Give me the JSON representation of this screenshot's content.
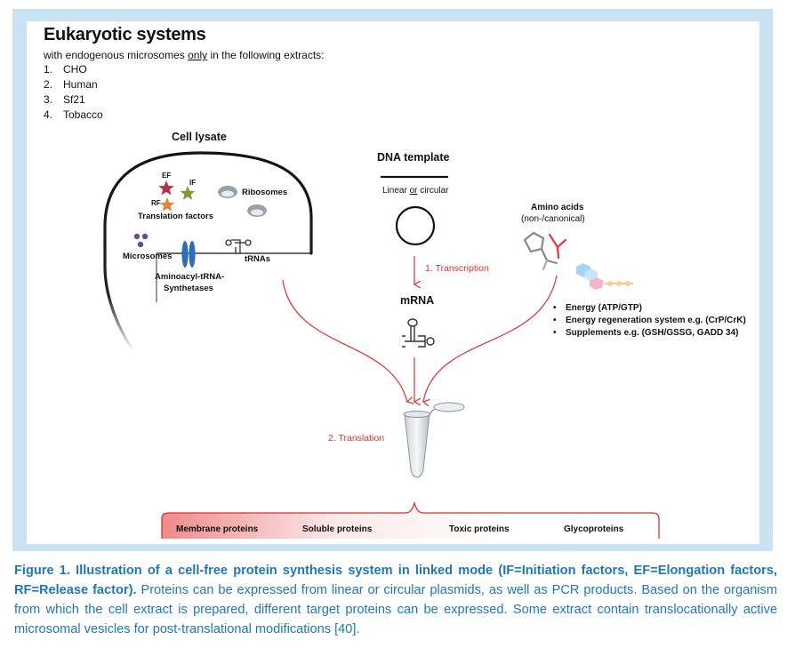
{
  "figure": {
    "title": "Eukaryotic systems",
    "subtitle_pre": "with endogenous microsomes ",
    "subtitle_emph": "only",
    "subtitle_post": " in the following extracts:",
    "extracts": [
      {
        "num": "1.",
        "name": "CHO"
      },
      {
        "num": "2.",
        "name": "Human"
      },
      {
        "num": "3.",
        "name": "Sf21"
      },
      {
        "num": "4.",
        "name": "Tobacco"
      }
    ],
    "cell_lysate": {
      "title": "Cell lysate",
      "ef": "EF",
      "if": "IF",
      "rf": "RF",
      "translation_factors": "Translation factors",
      "ribosomes": "Ribosomes",
      "microsomes": "Microsomes",
      "aminoacyl_line1": "Aminoacyl-tRNA-",
      "aminoacyl_line2": "Synthetases",
      "trnas": "tRNAs"
    },
    "dna": {
      "title": "DNA template",
      "linear_pre": "Linear ",
      "linear_or": "or",
      "linear_post": " circular"
    },
    "transcription": "1. Transcription",
    "mrna": "mRNA",
    "translation": "2. Translation",
    "amino_acids": {
      "title": "Amino acids",
      "subtitle": "(non-/canonical)"
    },
    "supplements": [
      "Energy (ATP/GTP)",
      "Energy regeneration system e.g. (CrP/CrK)",
      "Supplements e.g. (GSH/GSSG, GADD 34)"
    ],
    "proteins": [
      "Membrane proteins",
      "Soluble proteins",
      "Toxic proteins",
      "Glycoproteins"
    ],
    "colors": {
      "arrow_red": "#d9322b",
      "frame_blue": "#c9e3f3",
      "caption_blue": "#1f77b7"
    }
  },
  "caption": {
    "head": "Figure 1. Illustration of a cell-free protein synthesis system in linked mode (IF=Initiation factors, EF=Elongation factors, RF=Release factor).",
    "body": " Proteins can be expressed from linear or circular plasmids, as well as PCR products. Based on the organism from which the cell extract is prepared, different target proteins can be expressed. Some extract contain translocationally active microsomal vesicles for post-translational modifications [40]."
  }
}
